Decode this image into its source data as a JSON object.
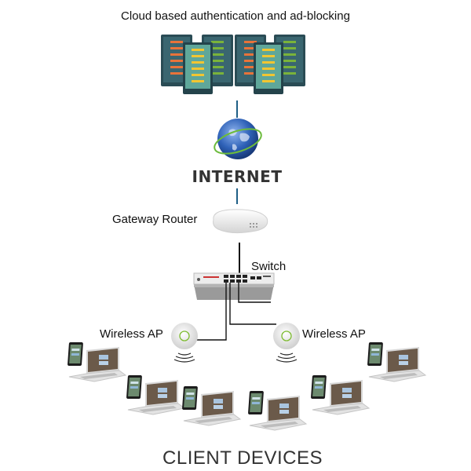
{
  "diagram": {
    "title": "Cloud based authentication and ad-blocking",
    "internet_label": "INTERNET",
    "gateway_label": "Gateway Router",
    "switch_label": "Switch",
    "ap_left_label": "Wireless AP",
    "ap_right_label": "Wireless AP",
    "clients_label": "CLIENT DEVICES"
  },
  "colors": {
    "server_body": "#2f5a63",
    "server_front": "#5fa79a",
    "led_orange": "#e8733a",
    "led_green": "#7ab33a",
    "led_yellow": "#f2c531",
    "link_blue": "#1f5f86",
    "globe_blue": "#2f62b8",
    "ap_ring": "#7dbb2f"
  }
}
